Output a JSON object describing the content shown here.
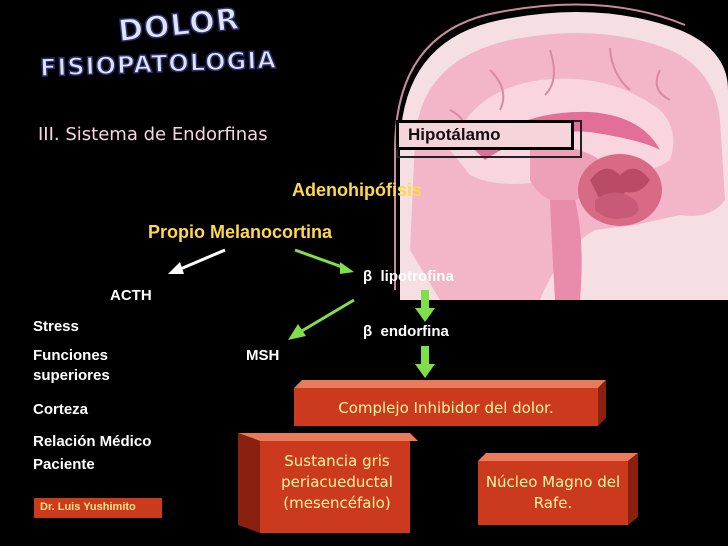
{
  "title": {
    "line1": "DOLOR",
    "line2": "FISIOPATOLOGIA"
  },
  "subtitle": "III. Sistema de Endorfinas",
  "labels": {
    "hipotalamo": "Hipotálamo",
    "adenohipofisis": "Adenohipófisis",
    "propio": "Propio Melanocortina",
    "acth": "ACTH",
    "beta_lipo": "β  lipotrofina",
    "beta_endo": "β  endorfina",
    "msh": "MSH"
  },
  "acth_effects": [
    "Stress",
    "Funciones superiores",
    "Corteza",
    "Relación Médico Paciente"
  ],
  "boxes": {
    "complejo": "Complejo Inhibidor del dolor.",
    "sustancia": "Sustancia gris periacueductal (mesencéfalo)",
    "nucleo": "Núcleo Magno del Rafe."
  },
  "author": "Dr. Luis Yushimito",
  "colors": {
    "box_face": "#cc3a1e",
    "box_top": "#e97a5a",
    "box_side": "#8a2010",
    "accent_green": "#7fdf4a",
    "label_yellow": "#ffd84a"
  }
}
